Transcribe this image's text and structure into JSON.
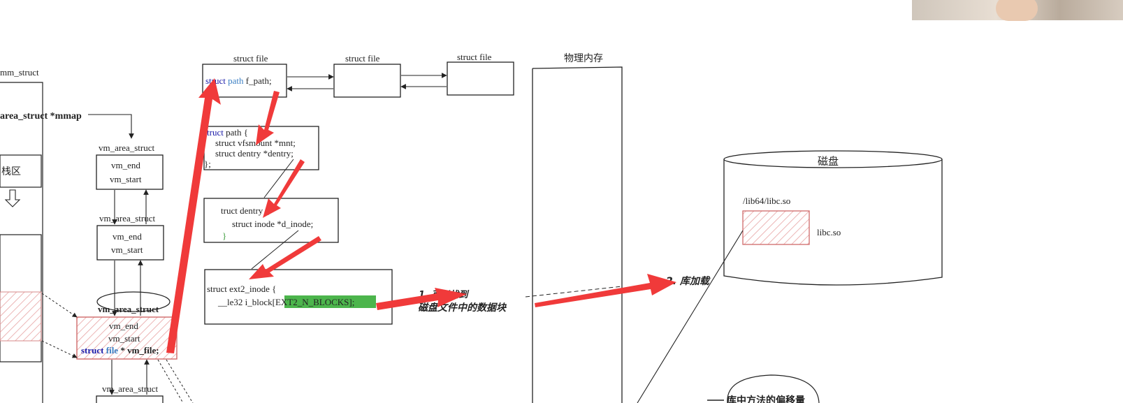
{
  "labels": {
    "mm_struct": "mm_struct",
    "mmap": "area_struct *mmap",
    "stack": "栈区",
    "vma_title": "vm_area_struct",
    "vm_end": "vm_end",
    "vm_start": "vm_start",
    "vm_file_kw": "struct",
    "vm_file_ty": "file",
    "vm_file_rest": "* vm_file;",
    "struct_file": "struct file",
    "f_path_kw": "struct",
    "f_path_ty": "path",
    "f_path_rest": "f_path;",
    "path_head_kw": "truct",
    "path_head_rest": "path {",
    "path_l1": "struct vfsmount *mnt;",
    "path_l2": "struct dentry *dentry;",
    "path_close": "};",
    "dentry_head": "truct dentry {",
    "dentry_l1": "struct inode *d_inode;",
    "dentry_close": "}",
    "inode_head": "struct ext2_inode {",
    "inode_l1": "__le32  i_block[",
    "inode_hl": "EXT2_N_BLOCKS",
    "inode_l1_end": "];",
    "phys_mem": "物理内存",
    "disk": "磁盘",
    "lib_path": "/lib64/libc.so",
    "lib_name": "libc.so",
    "step1_num": "1.",
    "step1_a": "可以找到",
    "step1_b": "磁盘文件中的数据块",
    "step2": "2. 库加载",
    "bubble": "库中方法的偏移量"
  },
  "colors": {
    "arrow_red": "#f03a3a",
    "highlight_green": "#4cb54c",
    "hatch_red": "#e39a9a",
    "ink": "#222222"
  }
}
